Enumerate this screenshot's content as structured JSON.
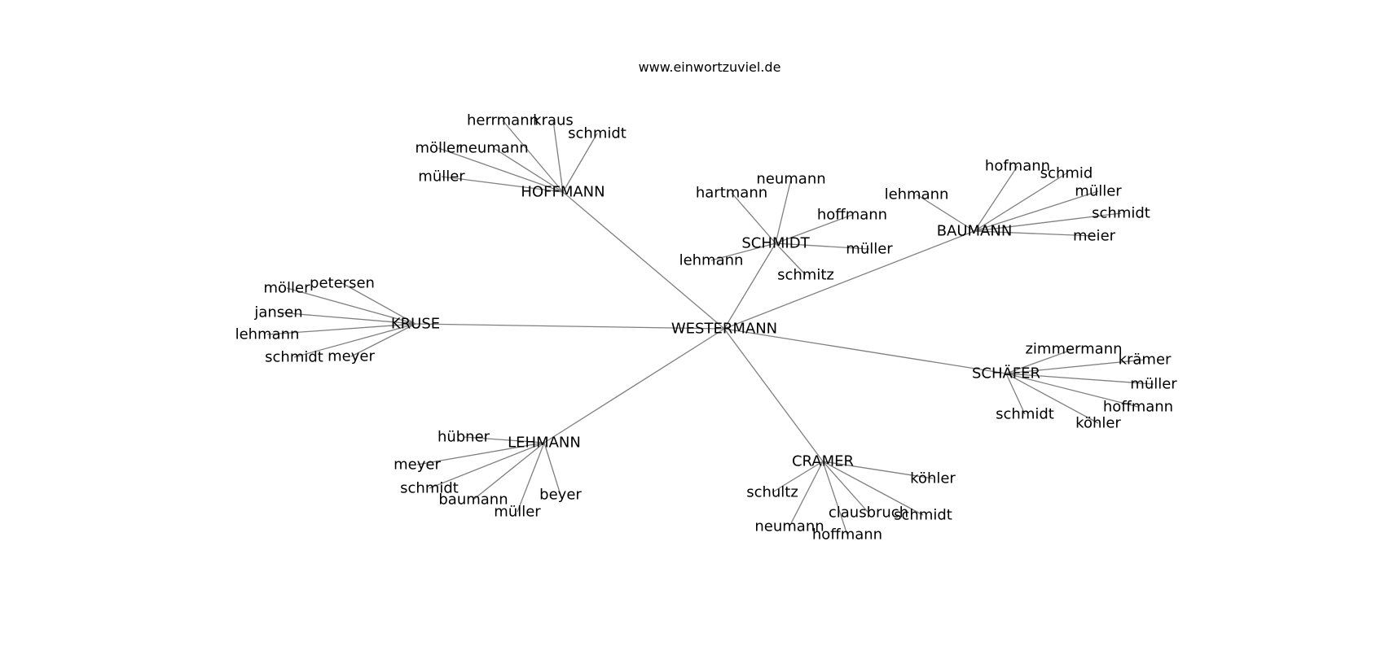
{
  "title": "www.einwortzuviel.de",
  "center": "WESTERMANN",
  "clusters": [
    {
      "hub": "HOFFMANN",
      "leaves": [
        "herrmann",
        "kraus",
        "schmidt",
        "möller",
        "neumann",
        "müller"
      ]
    },
    {
      "hub": "SCHMIDT",
      "leaves": [
        "neumann",
        "hartmann",
        "hoffmann",
        "müller",
        "lehmann",
        "schmitz"
      ]
    },
    {
      "hub": "BAUMANN",
      "leaves": [
        "hofmann",
        "schmid",
        "lehmann",
        "müller",
        "schmidt",
        "meier"
      ]
    },
    {
      "hub": "KRUSE",
      "leaves": [
        "petersen",
        "möller",
        "jansen",
        "lehmann",
        "schmidt",
        "meyer"
      ]
    },
    {
      "hub": "SCHÄFER",
      "leaves": [
        "zimmermann",
        "krämer",
        "müller",
        "hoffmann",
        "schmidt",
        "köhler"
      ]
    },
    {
      "hub": "LEHMANN",
      "leaves": [
        "hübner",
        "meyer",
        "schmidt",
        "baumann",
        "müller",
        "beyer"
      ]
    },
    {
      "hub": "CRAMER",
      "leaves": [
        "köhler",
        "schultz",
        "clausbruch",
        "schmidt",
        "neumann",
        "hoffmann"
      ]
    }
  ]
}
